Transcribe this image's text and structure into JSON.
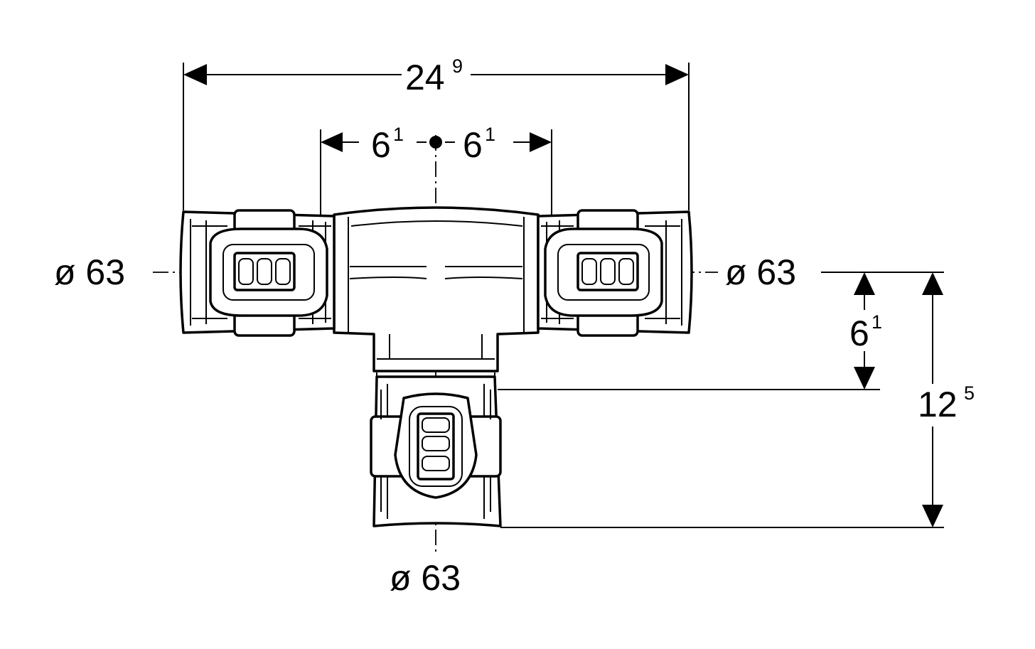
{
  "dimensions": {
    "overall_width": {
      "main": "24",
      "sup": "9"
    },
    "left_offset": {
      "main": "6",
      "sup": "1"
    },
    "right_offset": {
      "main": "6",
      "sup": "1"
    },
    "branch_offset": {
      "main": "6",
      "sup": "1"
    },
    "branch_height": {
      "main": "12",
      "sup": "5"
    }
  },
  "labels": {
    "left_diameter": "ø 63",
    "right_diameter": "ø 63",
    "bottom_diameter": "ø 63"
  }
}
